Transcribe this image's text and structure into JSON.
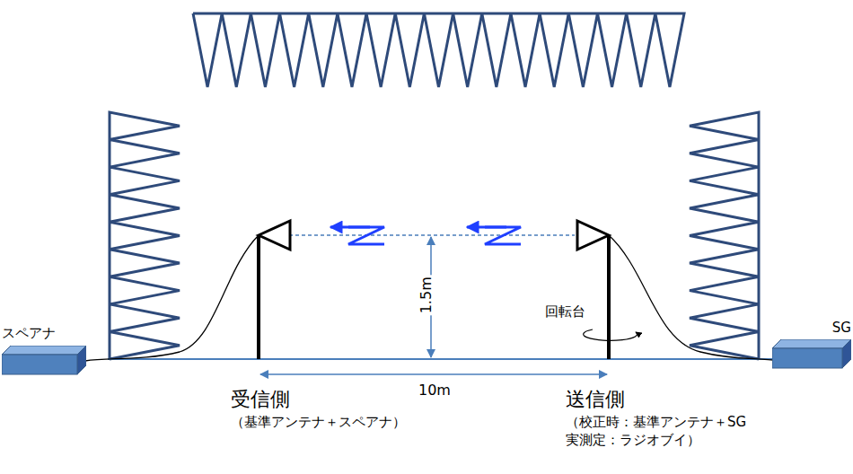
{
  "diagram": {
    "nodes": [
      {
        "text": [
          "スペアナ"
        ]
      },
      {
        "text": [
          "SG"
        ]
      }
    ],
    "labels": [
      "1.5m",
      "10m",
      "回転台",
      "受信側",
      "（基準アンテナ＋スペアナ）",
      "送信側",
      "（校正時：基準アンテナ＋SG 実測定：ラジオブイ）"
    ]
  }
}
